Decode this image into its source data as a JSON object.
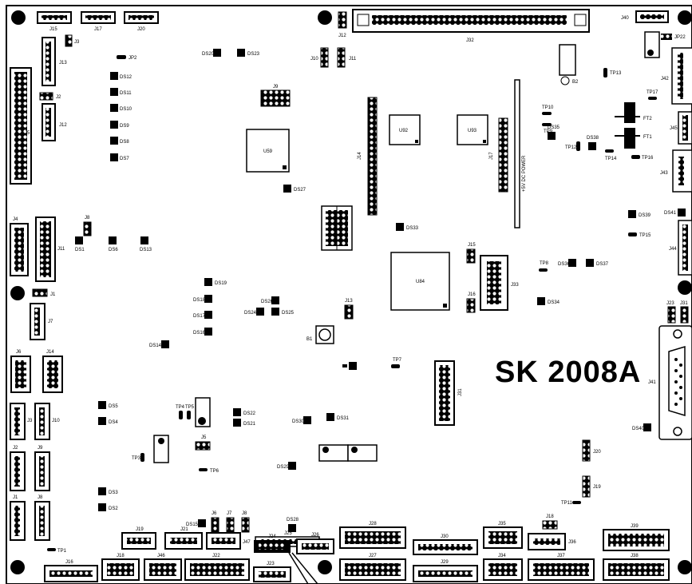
{
  "board": {
    "name": "SK 2008A",
    "power_label": "+5V DC POWER"
  },
  "labels": {
    "j15": "J15",
    "j17": "J17",
    "j20": "J20",
    "j32": "J32",
    "j12top": "J12",
    "j40": "J40",
    "jp22": "JP22",
    "j42": "J42",
    "j45": "J45",
    "j43": "J43",
    "j44": "J44",
    "ds41": "DS41",
    "j13": "J13",
    "j3": "J3",
    "jp2": "JP2",
    "j2mid": "J2",
    "j12": "J12",
    "j5": "J5",
    "ds12": "DS12",
    "ds11": "DS11",
    "ds10": "DS10",
    "ds9": "DS9",
    "ds8": "DS8",
    "ds7": "DS7",
    "ds20": "DS20",
    "ds23": "DS23",
    "j9": "J9",
    "j10a": "J10",
    "j11a": "J11",
    "u59": "U59",
    "ds27": "DS27",
    "j14": "J14",
    "u92": "U92",
    "u93": "U93",
    "j17b": "J17",
    "b2": "B2",
    "tp13": "TP13",
    "tp10": "TP10",
    "tp9": "TP9",
    "ds35": "DS35",
    "ds38": "DS38",
    "tp12": "TP12",
    "tp14": "TP14",
    "tp17": "TP17",
    "ft2": "FT2",
    "ft1": "FT1",
    "tp16": "TP16",
    "j4": "J4",
    "j11": "J11",
    "j8a": "J8",
    "ds1": "DS1",
    "ds6": "DS6",
    "ds13": "DS13",
    "ds33": "DS33",
    "ds39": "DS39",
    "tp15": "TP15",
    "j15b": "J15",
    "j33": "J33",
    "u84": "U84",
    "tp8": "TP8",
    "ds36": "DS36",
    "ds37": "DS37",
    "j16": "J16",
    "ds34": "DS34",
    "j1": "J1",
    "j7": "J7",
    "ds19": "DS19",
    "ds18": "DS18",
    "ds17": "DS17",
    "ds16": "DS16",
    "ds26": "DS26",
    "ds24": "DS24",
    "ds25": "DS25",
    "j13b": "J13",
    "b1": "B1",
    "ds14": "DS14",
    "j6": "J6",
    "j14b": "J14",
    "tp7": "TP7",
    "j31": "J31",
    "j23r": "J23",
    "j31r": "J31",
    "j41": "J41",
    "j3b": "J3",
    "j10": "J10",
    "ds5": "DS5",
    "ds4": "DS4",
    "tp4": "TP4",
    "tp5": "TP5",
    "ds22": "DS22",
    "ds21": "DS21",
    "ds30": "DS30",
    "ds31": "DS31",
    "ds40": "DS40",
    "j2": "J2",
    "j9b": "J9",
    "tp3": "TP3",
    "j5b": "J5",
    "tp6": "TP6",
    "ds29": "DS29",
    "j20b": "J20",
    "j1b": "J1",
    "j8b": "J8",
    "ds3": "DS3",
    "ds2": "DS2",
    "ds28": "DS28",
    "j19b": "J19",
    "tp11": "TP11",
    "tp1": "TP1",
    "ds15": "DS15",
    "j6b": "J6",
    "j7b": "J7",
    "j8c": "J8",
    "j25": "J25",
    "j19": "J19",
    "j21": "J21",
    "j47": "J47",
    "j24": "J24",
    "j26": "J26",
    "j28": "J28",
    "j30": "J30",
    "j35": "J35",
    "j36": "J36",
    "j18b": "J18",
    "j39": "J39",
    "j16b": "J16",
    "j18": "J18",
    "j46": "J46",
    "j22": "J22",
    "j23": "J23",
    "j27": "J27",
    "j29": "J29",
    "j34": "J34",
    "j37": "J37",
    "j38": "J38"
  }
}
